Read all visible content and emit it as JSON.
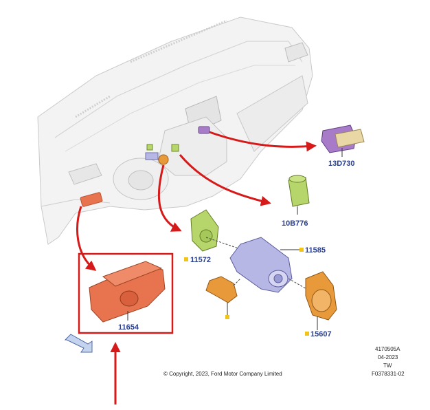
{
  "colors": {
    "label": "#2a3f8f",
    "callout_red": "#d61a1a",
    "marker_yellow": "#f0c419",
    "dash_body": "#f2f2f2",
    "dash_line": "#c8c8c8",
    "switch_red": "#e8734f",
    "purple_part": "#a77bc8",
    "green_part": "#b6d56a",
    "orange_part": "#e89a3a",
    "blue_part": "#b7b7e6"
  },
  "labels": {
    "p13D730": "13D730",
    "p10B776": "10B776",
    "p11572": "11572",
    "p11585": "11585",
    "p15607": "15607",
    "p11654": "11654"
  },
  "meta": {
    "line1": "4170505A",
    "line2": "04-2023",
    "line3": "TW",
    "line4": "F0378331-02"
  },
  "copyright": "© Copyright, 2023, Ford Motor Company Limited"
}
